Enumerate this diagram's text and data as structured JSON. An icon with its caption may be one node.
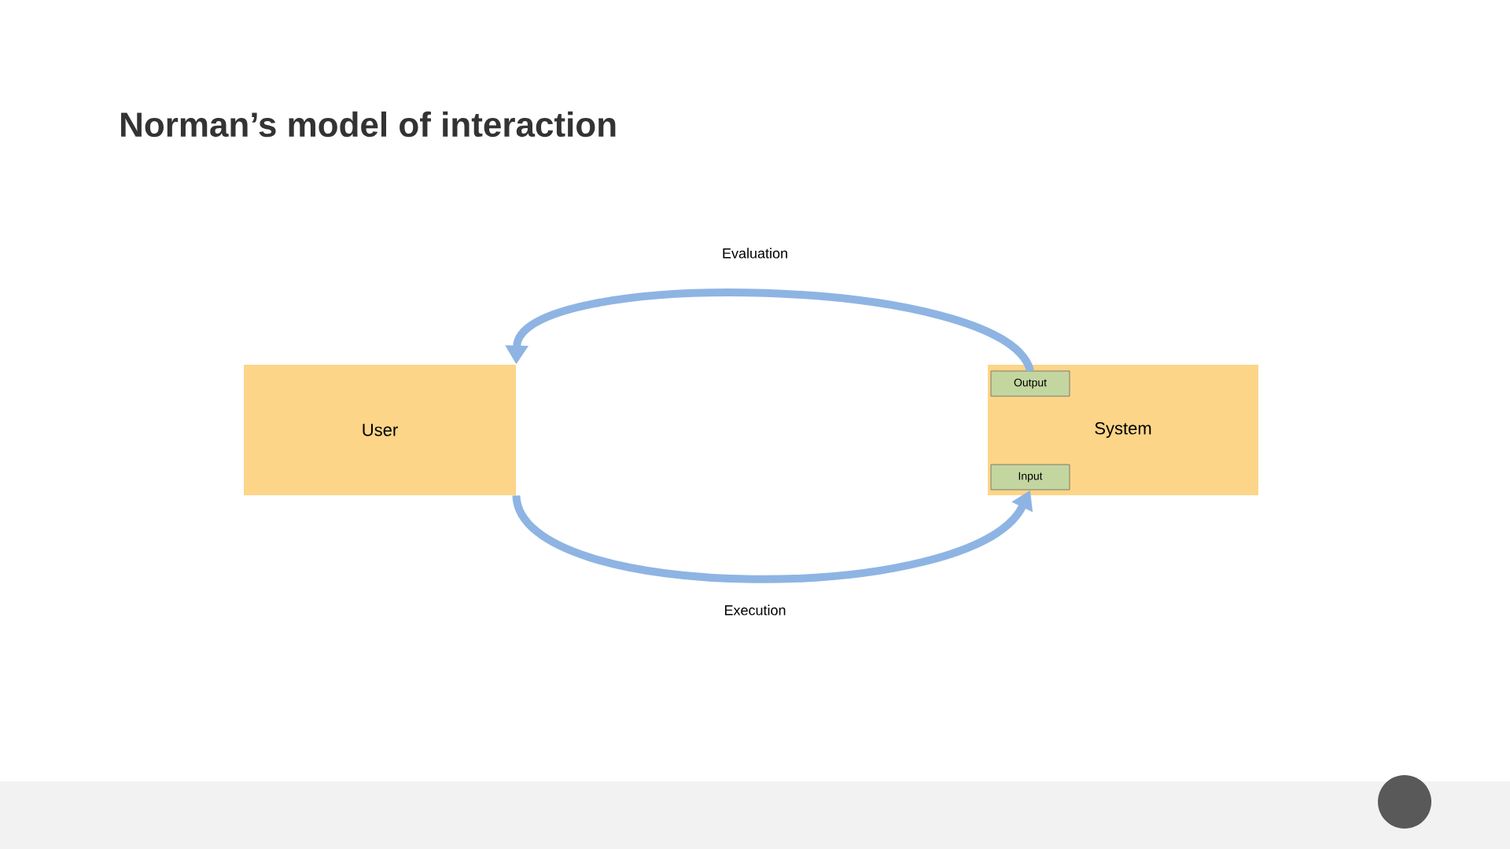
{
  "diagram": {
    "title": "Norman’s model of interaction",
    "nodes": [
      {
        "text": [
          "User"
        ]
      },
      {
        "text": [
          "System"
        ]
      },
      {
        "text": [
          "Output"
        ],
        "in": 1
      },
      {
        "text": [
          "Input"
        ],
        "in": 1
      }
    ],
    "edges": [
      {
        "from": 2,
        "to": 0,
        "arrow": "to",
        "label": "Evaluation"
      },
      {
        "from": 0,
        "to": 3,
        "arrow": "to",
        "label": "Execution"
      }
    ]
  }
}
